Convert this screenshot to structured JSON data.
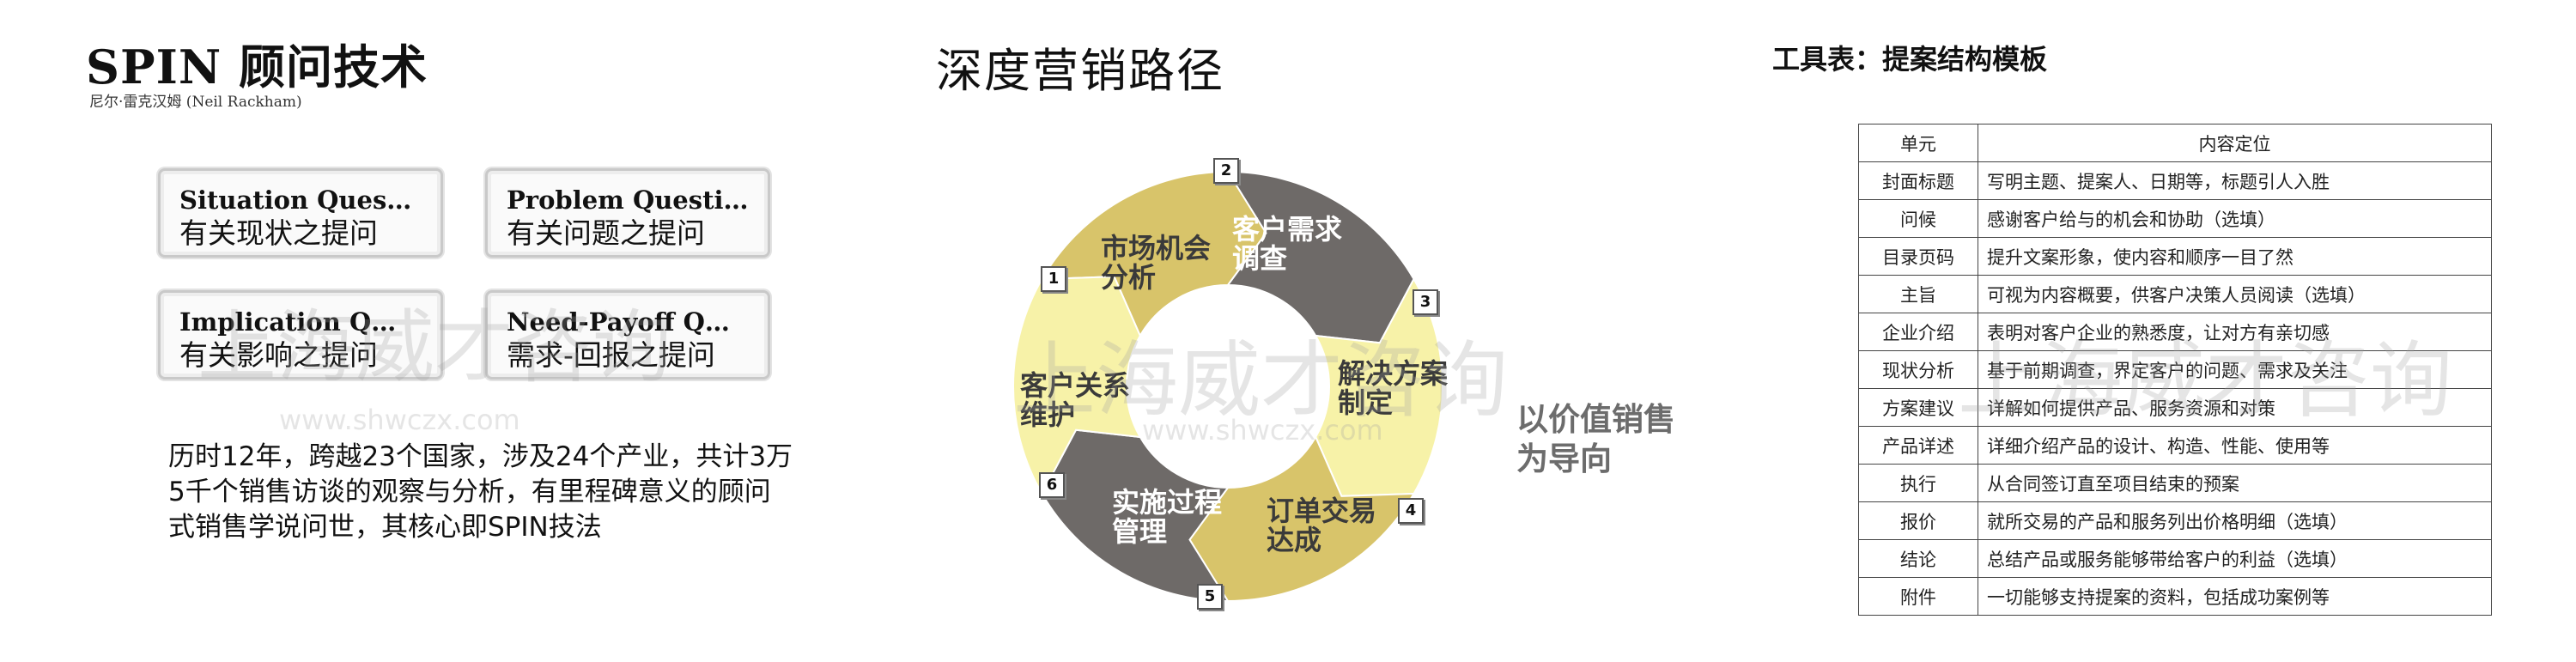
{
  "left": {
    "title": "SPIN 顾问技术",
    "subtitle": "尼尔·雷克汉姆 (Neil Rackham)",
    "boxes": [
      {
        "en": "Situation Question",
        "zh": "有关现状之提问"
      },
      {
        "en": "Problem Question",
        "zh": "有关问题之提问"
      },
      {
        "en": "Implication Q…",
        "zh": "有关影响之提问"
      },
      {
        "en": "Need-Payoff Q…",
        "zh": "需求-回报之提问"
      }
    ],
    "description": "历时12年，跨越23个国家，涉及24个产业，共计3万5千个销售访谈的观察与分析，有里程碑意义的顾问式销售学说问世，其核心即SPIN技法"
  },
  "middle": {
    "title": "深度营销路径",
    "segments": [
      {
        "num": "1",
        "label_line1": "市场机会",
        "label_line2": "分析"
      },
      {
        "num": "2",
        "label_line1": "客户需求",
        "label_line2": "调查"
      },
      {
        "num": "3",
        "label_line1": "解决方案",
        "label_line2": "制定"
      },
      {
        "num": "4",
        "label_line1": "订单交易",
        "label_line2": "达成"
      },
      {
        "num": "5",
        "label_line1": "实施过程",
        "label_line2": "管理"
      },
      {
        "num": "6",
        "label_line1": "客户关系",
        "label_line2": "维护"
      }
    ],
    "side_label_line1": "以价值销售",
    "side_label_line2": "为导向",
    "colors": {
      "gold": "#d8c46a",
      "gray": "#6e6a68",
      "cream": "#f7f2a8"
    }
  },
  "right": {
    "title": "工具表：提案结构模板",
    "headers": [
      "单元",
      "内容定位"
    ],
    "rows": [
      [
        "封面标题",
        "写明主题、提案人、日期等，标题引人入胜"
      ],
      [
        "问候",
        "感谢客户给与的机会和协助（选填）"
      ],
      [
        "目录页码",
        "提升文案形象，使内容和顺序一目了然"
      ],
      [
        "主旨",
        "可视为内容概要，供客户决策人员阅读（选填）"
      ],
      [
        "企业介绍",
        "表明对客户企业的熟悉度，让对方有亲切感"
      ],
      [
        "现状分析",
        "基于前期调查，界定客户的问题、需求及关注"
      ],
      [
        "方案建议",
        "详解如何提供产品、服务资源和对策"
      ],
      [
        "产品详述",
        "详细介绍产品的设计、构造、性能、使用等"
      ],
      [
        "执行",
        "从合同签订直至项目结束的预案"
      ],
      [
        "报价",
        "就所交易的产品和服务列出价格明细（选填）"
      ],
      [
        "结论",
        "总结产品或服务能够带给客户的利益（选填）"
      ],
      [
        "附件",
        "一切能够支持提案的资料，包括成功案例等"
      ]
    ]
  },
  "watermark": {
    "text": "上海威才咨询",
    "url": "www.shwczx.com"
  }
}
